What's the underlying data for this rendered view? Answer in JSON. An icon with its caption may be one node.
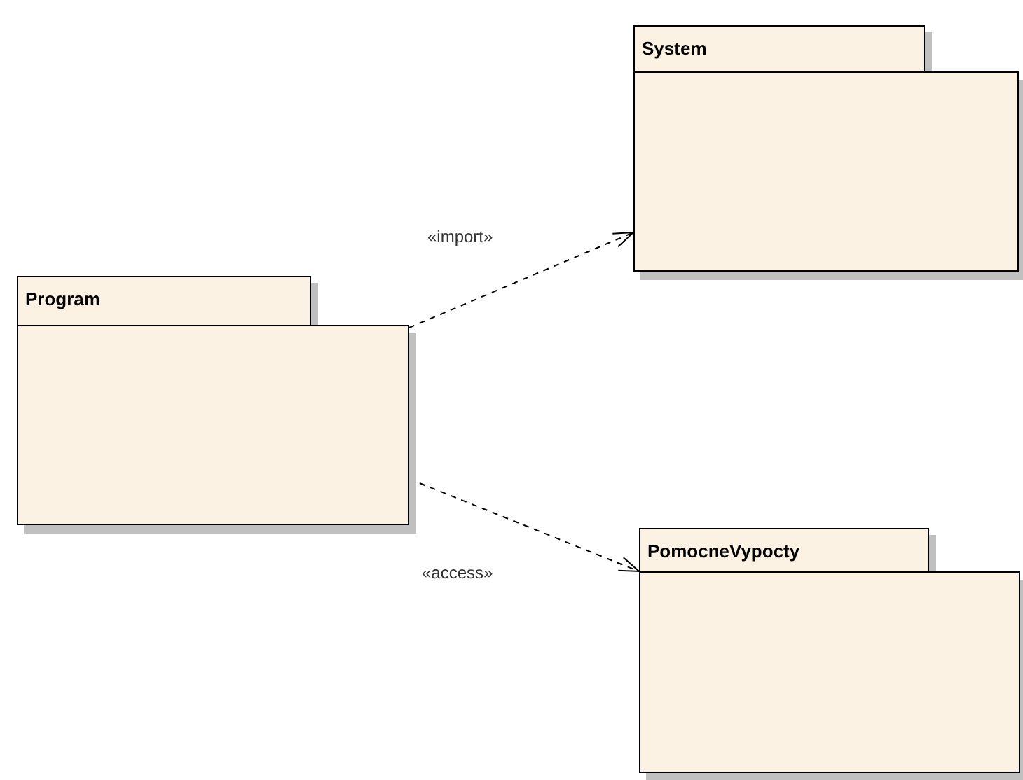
{
  "diagram": {
    "nodes": [
      {
        "text": [
          "Program"
        ]
      },
      {
        "text": [
          "System"
        ]
      },
      {
        "text": [
          "PomocneVypocty"
        ]
      }
    ],
    "edges": [
      {
        "from": 0,
        "to": 1,
        "arrow": "to",
        "style": "dashed",
        "label": "«import»"
      },
      {
        "from": 0,
        "to": 2,
        "arrow": "to",
        "style": "dashed",
        "label": "«access»"
      }
    ]
  }
}
